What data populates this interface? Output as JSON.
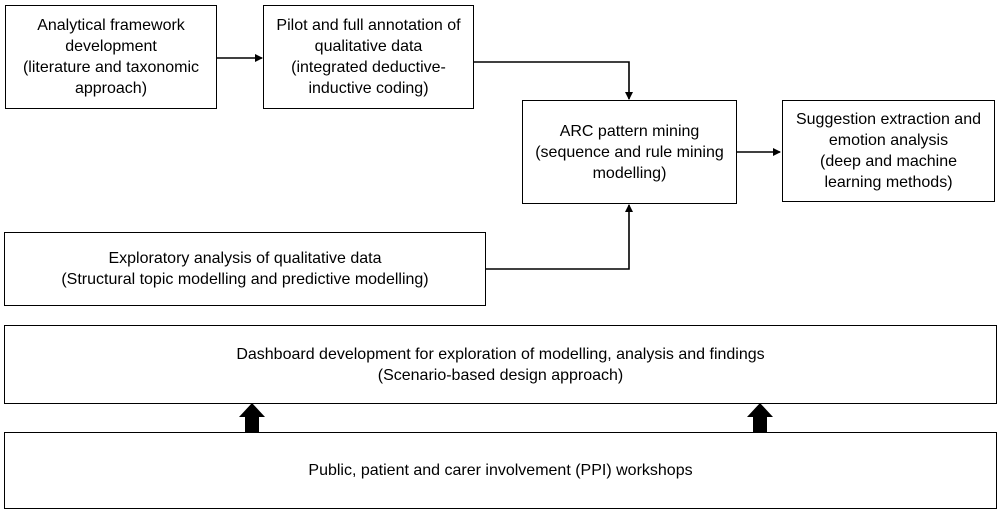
{
  "boxes": {
    "framework": [
      "Analytical framework",
      "development",
      "(literature and taxonomic",
      "approach)"
    ],
    "annotation": [
      "Pilot and full annotation of",
      "qualitative data",
      "(integrated deductive-",
      "inductive coding)"
    ],
    "arc": [
      "ARC pattern mining",
      "(sequence and rule mining",
      "modelling)"
    ],
    "suggestion": [
      "Suggestion extraction and",
      "emotion analysis",
      "(deep and machine",
      "learning methods)"
    ],
    "exploratory": [
      "Exploratory analysis of qualitative data",
      "(Structural topic modelling and predictive modelling)"
    ],
    "dashboard": [
      "Dashboard development for exploration of modelling, analysis and findings",
      "(Scenario-based design approach)"
    ],
    "ppi": [
      "Public, patient and carer involvement (PPI) workshops"
    ]
  },
  "colors": {
    "line": "#000000",
    "background": "#ffffff"
  }
}
